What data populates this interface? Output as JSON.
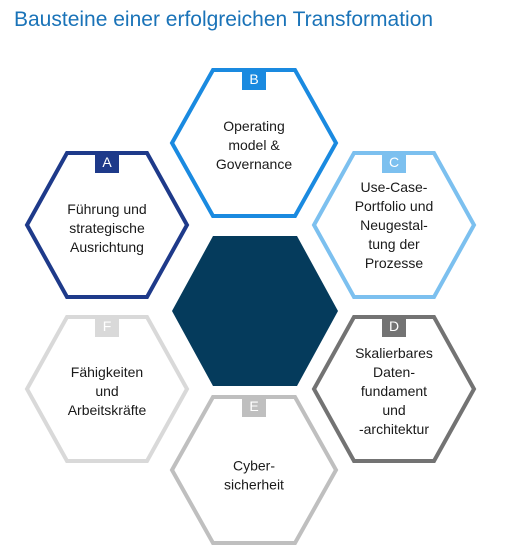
{
  "title": "Bausteine einer erfolgreichen Transformation",
  "colors": {
    "title": "#1a73b8",
    "center": "#053b5c",
    "A": "#1e3a8a",
    "B": "#1a8ae0",
    "C": "#7cc0ef",
    "D": "#737373",
    "E": "#bfbfbf",
    "F": "#d9d9d9"
  },
  "blocks": [
    {
      "id": "A",
      "letter": "A",
      "lines": [
        "Führung und",
        "strategische",
        "Ausrichtung"
      ]
    },
    {
      "id": "B",
      "letter": "B",
      "lines": [
        "Operating",
        "model &",
        "Governance"
      ]
    },
    {
      "id": "C",
      "letter": "C",
      "lines": [
        "Use-Case-",
        "Portfolio und",
        "Neugestal-",
        "tung der",
        "Prozesse"
      ]
    },
    {
      "id": "D",
      "letter": "D",
      "lines": [
        "Skalierbares",
        "Daten-",
        "fundament",
        "und",
        "-architektur"
      ]
    },
    {
      "id": "E",
      "letter": "E",
      "lines": [
        "Cyber-",
        "sicherheit"
      ]
    },
    {
      "id": "F",
      "letter": "F",
      "lines": [
        "Fähigkeiten",
        "und",
        "Arbeitskräfte"
      ]
    }
  ]
}
